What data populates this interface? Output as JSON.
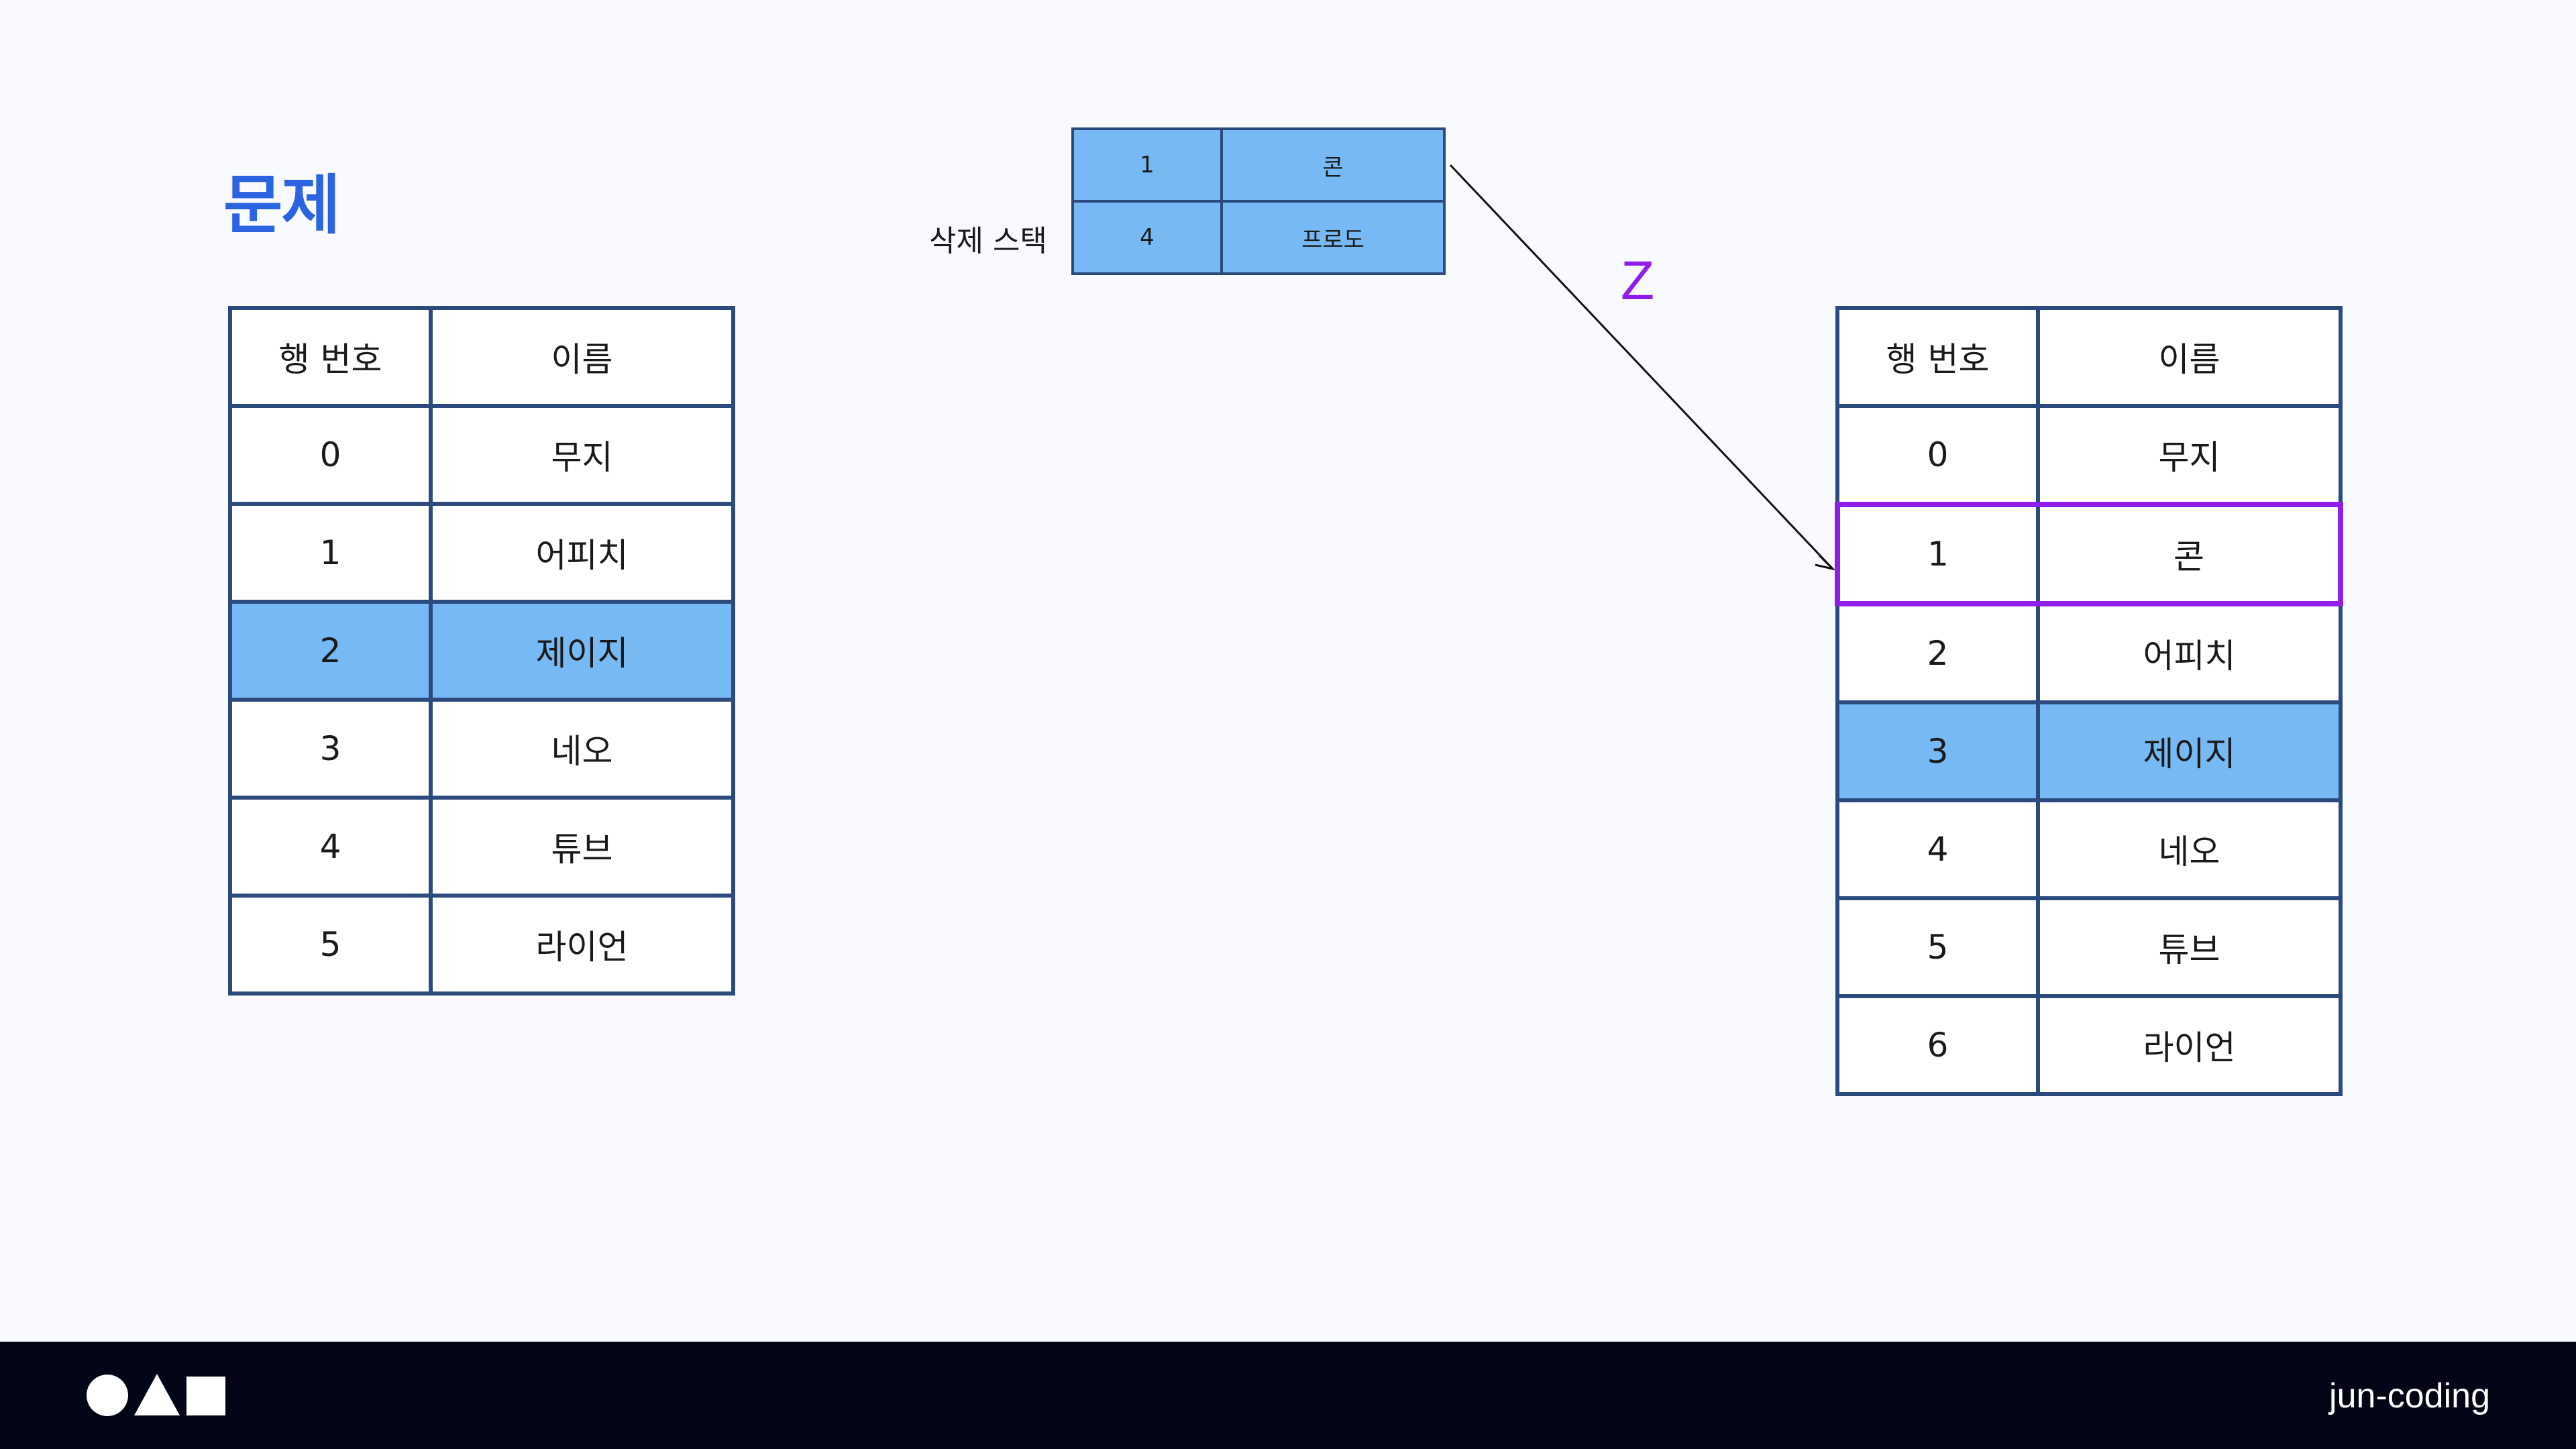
{
  "title": "문제",
  "table_before": {
    "headers": [
      "행 번호",
      "이름"
    ],
    "rows": [
      {
        "no": "0",
        "name": "무지"
      },
      {
        "no": "1",
        "name": "어피치"
      },
      {
        "no": "2",
        "name": "제이지"
      },
      {
        "no": "3",
        "name": "네오"
      },
      {
        "no": "4",
        "name": "튜브"
      },
      {
        "no": "5",
        "name": "라이언"
      }
    ],
    "highlighted_row": "2"
  },
  "delete_stack": {
    "label": "삭제 스택",
    "rows": [
      {
        "no": "1",
        "name": "콘"
      },
      {
        "no": "4",
        "name": "프로도"
      }
    ]
  },
  "action_label": "Z",
  "table_after": {
    "headers": [
      "행 번호",
      "이름"
    ],
    "rows": [
      {
        "no": "0",
        "name": "무지"
      },
      {
        "no": "1",
        "name": "콘"
      },
      {
        "no": "2",
        "name": "어피치"
      },
      {
        "no": "3",
        "name": "제이지"
      },
      {
        "no": "4",
        "name": "네오"
      },
      {
        "no": "5",
        "name": "튜브"
      },
      {
        "no": "6",
        "name": "라이언"
      }
    ],
    "inserted_row": "1",
    "highlighted_row": "3"
  },
  "footer": {
    "brand": "jun-coding"
  },
  "colors": {
    "title": "#2c63e0",
    "highlight": "#77b9f5",
    "border": "#2c4a7e",
    "inserted_outline": "#8f1ee8",
    "footer_bg": "#010515"
  },
  "icons": [
    "circle-icon",
    "triangle-icon",
    "square-icon"
  ]
}
